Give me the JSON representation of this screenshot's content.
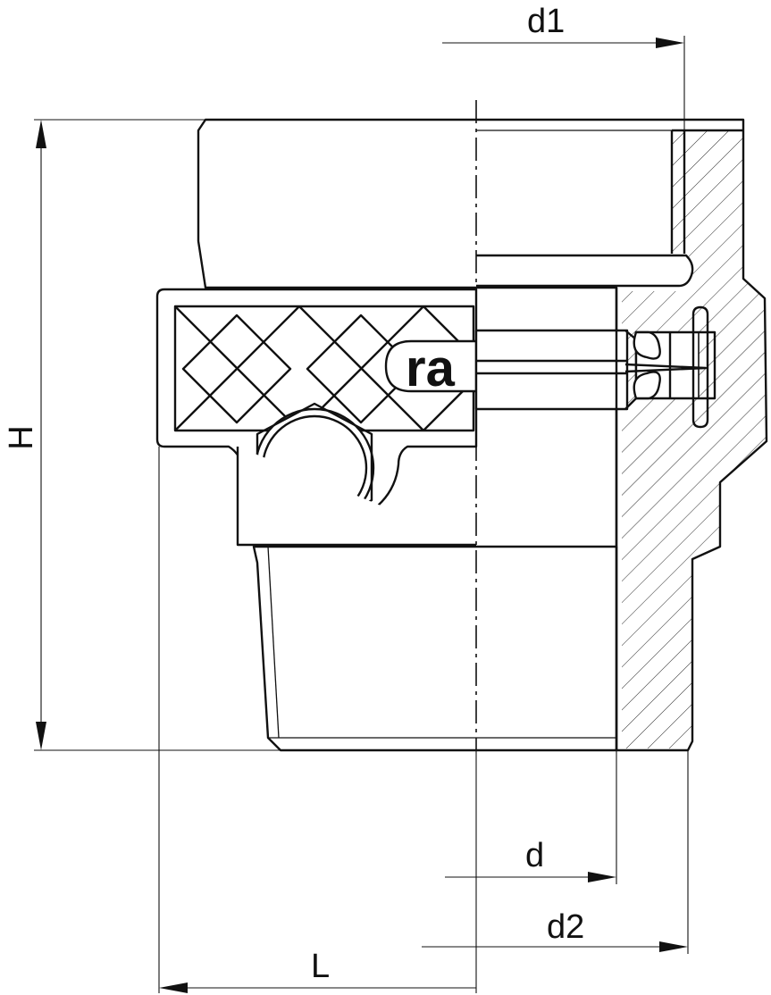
{
  "drawing": {
    "logo_text": "ra",
    "dimensions": {
      "d1": "d1",
      "H": "H",
      "d": "d",
      "d2": "d2",
      "L": "L"
    }
  }
}
